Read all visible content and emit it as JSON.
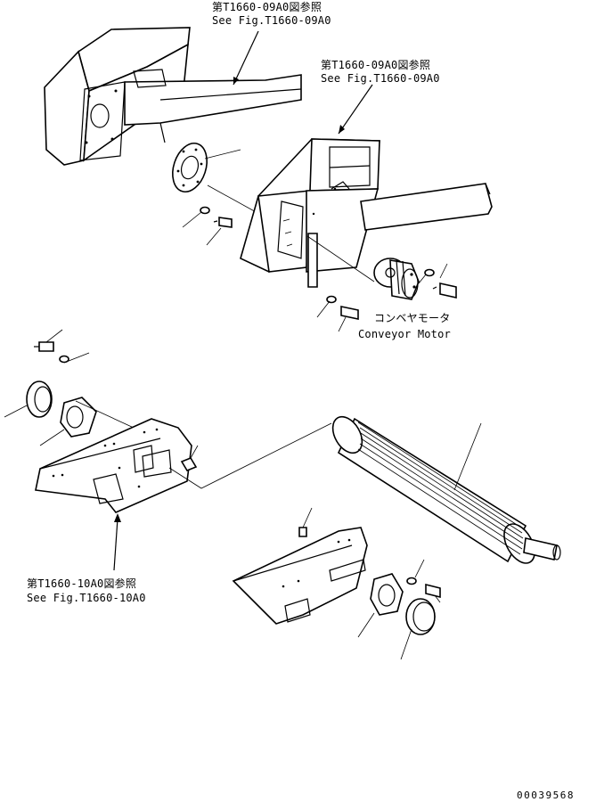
{
  "references": {
    "top": {
      "jp": "第T1660-09A0図参照",
      "en": "See Fig.T1660-09A0"
    },
    "middle": {
      "jp": "第T1660-09A0図参照",
      "en": "See Fig.T1660-09A0"
    },
    "lower": {
      "jp": "第T1660-10A0図参照",
      "en": "See Fig.T1660-10A0"
    }
  },
  "parts": {
    "conveyor_motor": {
      "jp": "コンベヤモータ",
      "en": "Conveyor Motor"
    }
  },
  "drawing_number": "00039568"
}
